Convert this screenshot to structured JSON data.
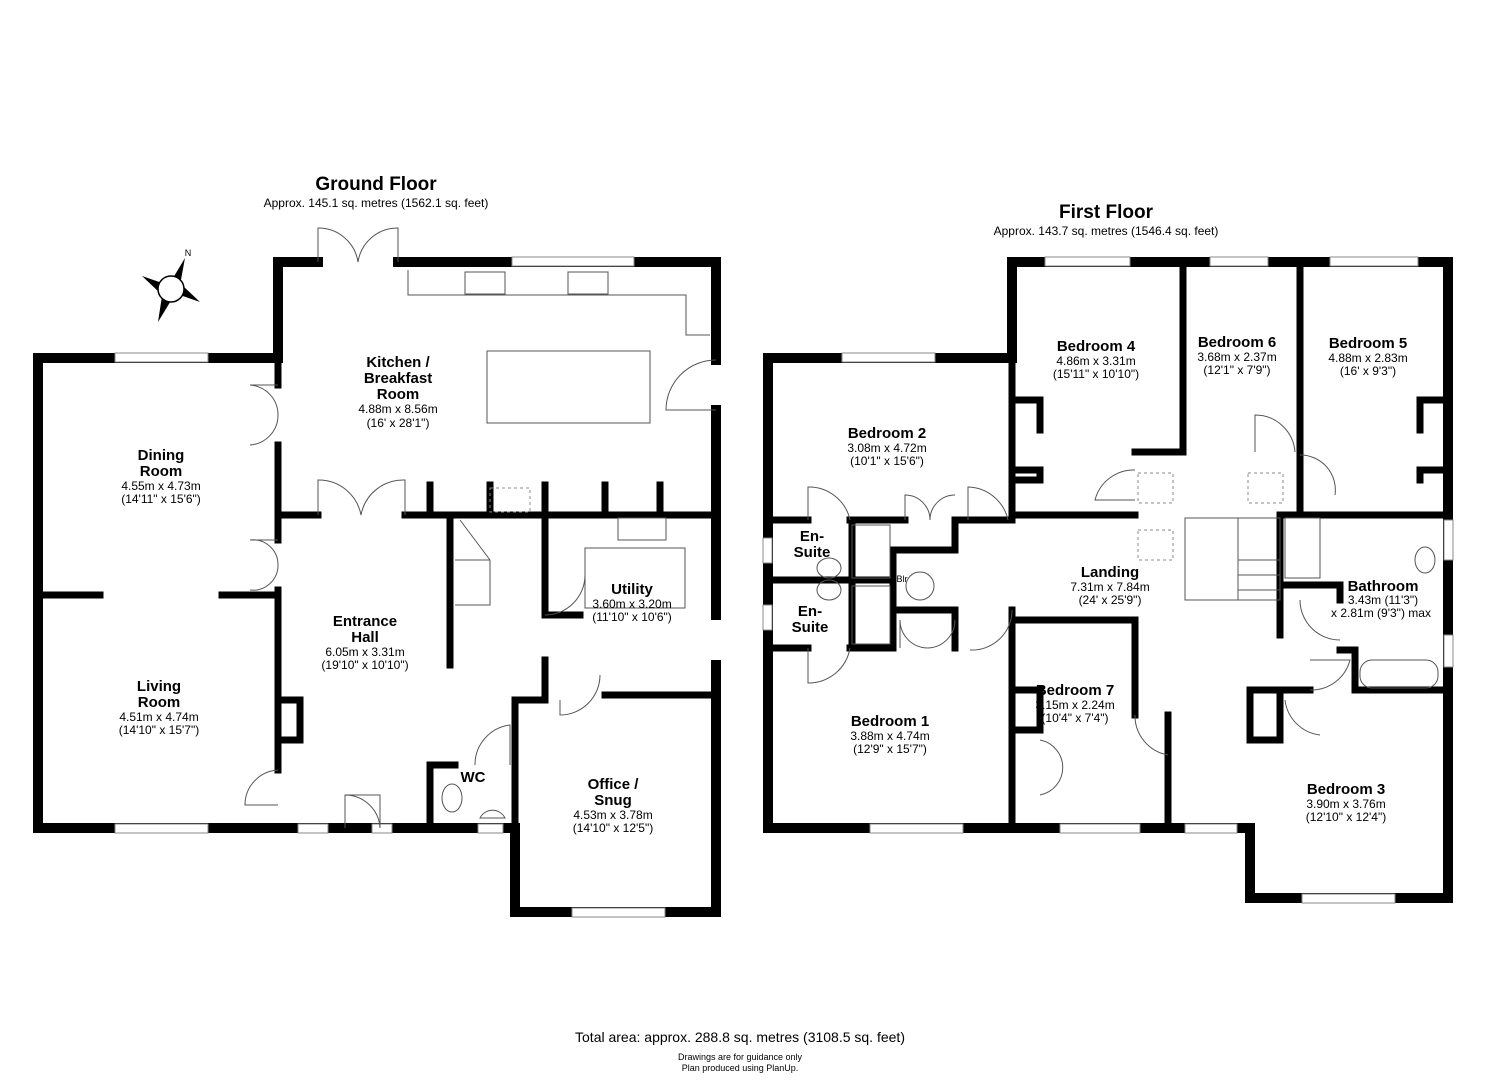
{
  "ground_floor": {
    "title": "Ground Floor",
    "area": "Approx. 145.1 sq. metres (1562.1 sq. feet)",
    "compass_label": "N",
    "rooms": [
      {
        "name_lines": [
          "Kitchen /",
          "Breakfast",
          "Room"
        ],
        "metric": "4.88m x 8.56m",
        "imperial": "(16' x 28'1\")"
      },
      {
        "name_lines": [
          "Dining",
          "Room"
        ],
        "metric": "4.55m x 4.73m",
        "imperial": "(14'11\" x 15'6\")"
      },
      {
        "name_lines": [
          "Living",
          "Room"
        ],
        "metric": "4.51m x 4.74m",
        "imperial": "(14'10\" x 15'7\")"
      },
      {
        "name_lines": [
          "Entrance",
          "Hall"
        ],
        "metric": "6.05m x 3.31m",
        "imperial": "(19'10\" x 10'10\")"
      },
      {
        "name_lines": [
          "Utility"
        ],
        "metric": "3.60m x 3.20m",
        "imperial": "(11'10\" x 10'6\")"
      },
      {
        "name_lines": [
          "WC"
        ]
      },
      {
        "name_lines": [
          "Office /",
          "Snug"
        ],
        "metric": "4.53m x 3.78m",
        "imperial": "(14'10\" x 12'5\")"
      }
    ]
  },
  "first_floor": {
    "title": "First Floor",
    "area": "Approx. 143.7 sq. metres (1546.4 sq. feet)",
    "rooms": [
      {
        "name_lines": [
          "Bedroom 4"
        ],
        "metric": "4.86m x 3.31m",
        "imperial": "(15'11\" x 10'10\")"
      },
      {
        "name_lines": [
          "Bedroom 6"
        ],
        "metric": "3.68m x 2.37m",
        "imperial": "(12'1\" x 7'9\")"
      },
      {
        "name_lines": [
          "Bedroom 5"
        ],
        "metric": "4.88m x 2.83m",
        "imperial": "(16' x 9'3\")"
      },
      {
        "name_lines": [
          "Bedroom 2"
        ],
        "metric": "3.08m x 4.72m",
        "imperial": "(10'1\" x 15'6\")"
      },
      {
        "name_lines": [
          "En-",
          "Suite"
        ]
      },
      {
        "name_lines": [
          "En-",
          "Suite"
        ]
      },
      {
        "name_lines": [
          "Landing"
        ],
        "metric": "7.31m x 7.84m",
        "imperial": "(24' x 25'9\")"
      },
      {
        "name_lines": [
          "Bathroom"
        ],
        "metric": "3.43m (11'3\")",
        "imperial": "x 2.81m (9'3\") max"
      },
      {
        "name_lines": [
          "Bedroom 1"
        ],
        "metric": "3.88m x 4.74m",
        "imperial": "(12'9\" x 15'7\")"
      },
      {
        "name_lines": [
          "Bedroom 7"
        ],
        "metric": "3.15m x 2.24m",
        "imperial": "(10'4\" x 7'4\")"
      },
      {
        "name_lines": [
          "Bedroom 3"
        ],
        "metric": "3.90m x 3.76m",
        "imperial": "(12'10\" x 12'4\")"
      }
    ],
    "boiler_label": "Blr"
  },
  "footer": {
    "total": "Total area: approx. 288.8 sq. metres (3108.5 sq. feet)",
    "note1": "Drawings are for guidance only",
    "note2": "Plan produced using PlanUp."
  }
}
